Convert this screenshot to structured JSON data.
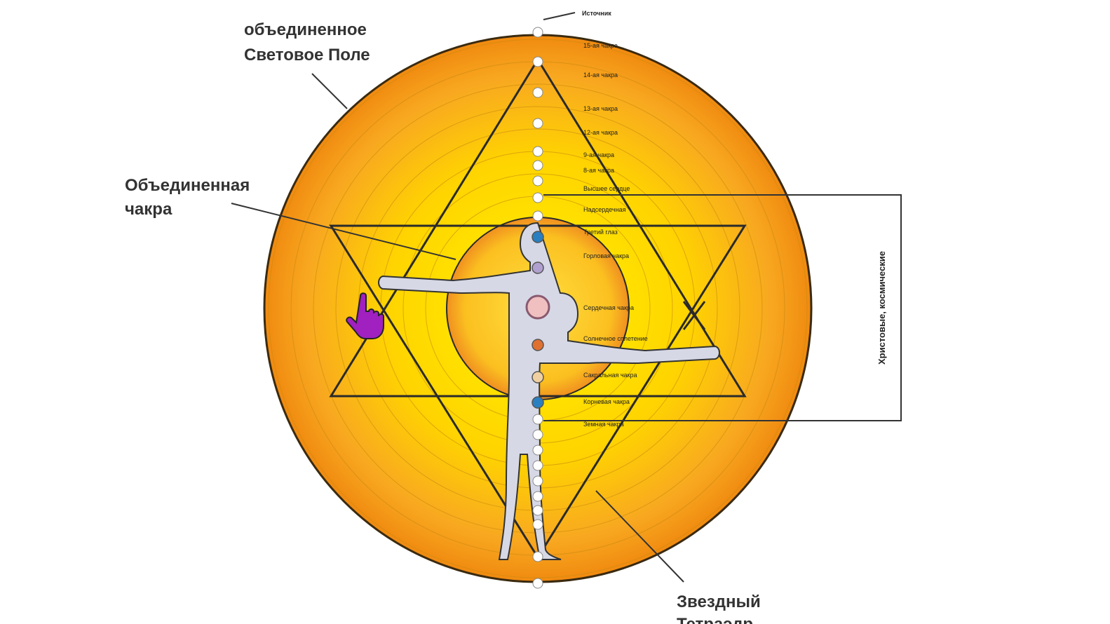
{
  "labels": {
    "field_line1": "объединенное",
    "field_line2": "Световое Поле",
    "chakra_line1": "Объединенная",
    "chakra_line2": "чакра",
    "star_line1": "Звездный",
    "star_line2": "Тетраэдр",
    "side_vertical": "Христовые, космические",
    "top": "Источник"
  },
  "chakra_labels": [
    "15-ая чакра",
    "14-ая чакра",
    "13-ая чакра",
    "12-ая чакра",
    "9-ая чакра",
    "8-ая чакра",
    "Высшее сердце",
    "Надсердечная",
    "Третий глаз",
    "Горловая чакра",
    "Сердечная чакра",
    "Солнечное сплетение",
    "Сакральная чакра",
    "Корневая чакра",
    "Земная чакра"
  ],
  "colors": {
    "center": "#fff200",
    "edge": "#f08a10",
    "line": "#2a2a2a",
    "body": "#d6d8e6",
    "cursor": "#a020c0"
  }
}
